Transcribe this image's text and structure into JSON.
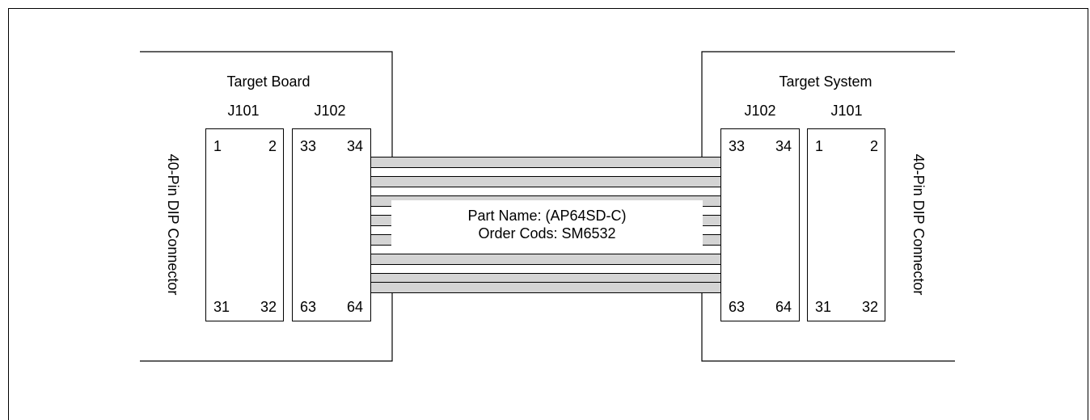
{
  "left": {
    "title": "Target Board",
    "connector": "40-Pin DIP Connector",
    "j101": {
      "name": "J101",
      "top_left": "1",
      "top_right": "2",
      "bottom_left": "31",
      "bottom_right": "32"
    },
    "j102": {
      "name": "J102",
      "top_left": "33",
      "top_right": "34",
      "bottom_left": "63",
      "bottom_right": "64"
    }
  },
  "right": {
    "title": "Target System",
    "connector": "40-Pin DIP Connector",
    "j102": {
      "name": "J102",
      "top_left": "33",
      "top_right": "34",
      "bottom_left": "63",
      "bottom_right": "64"
    },
    "j101": {
      "name": "J101",
      "top_left": "1",
      "top_right": "2",
      "bottom_left": "31",
      "bottom_right": "32"
    }
  },
  "cable": {
    "part_name": "Part Name: (AP64SD-C)",
    "order_code": "Order Cods: SM6532"
  }
}
